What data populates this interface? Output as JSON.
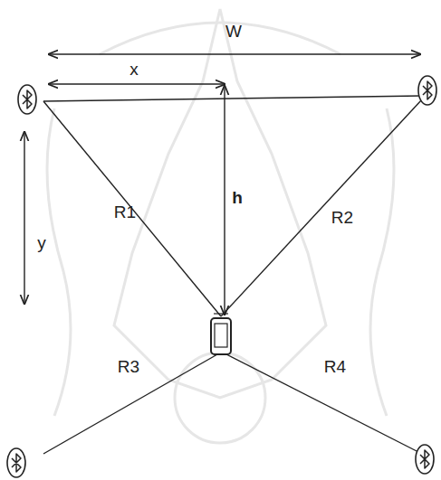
{
  "diagram": {
    "labels": [
      "W",
      "x",
      "h",
      "y",
      "R1",
      "R2",
      "R3",
      "R4"
    ]
  }
}
